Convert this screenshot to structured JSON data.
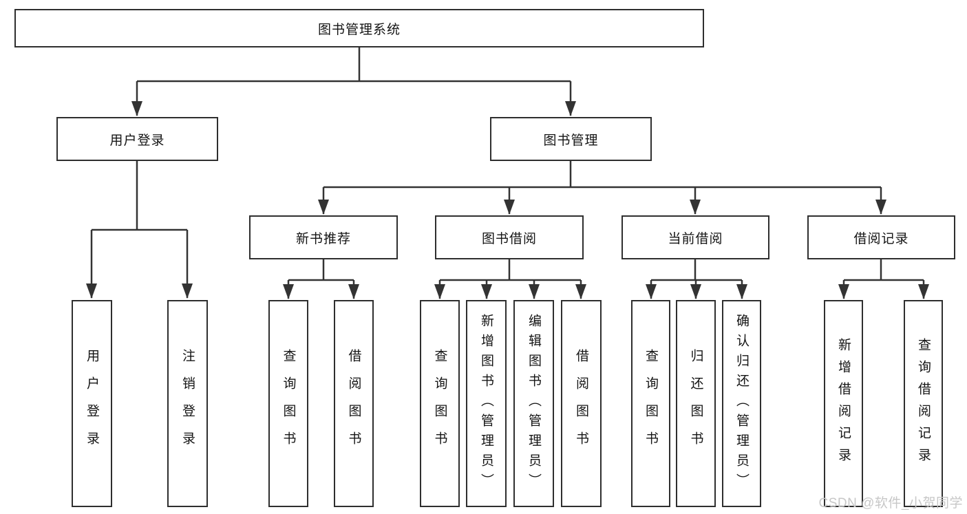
{
  "diagram_type": "tree",
  "tree": {
    "label": "图书管理系统",
    "children": [
      {
        "label": "用户登录",
        "children": [
          {
            "label": "用户登录"
          },
          {
            "label": "注销登录"
          }
        ]
      },
      {
        "label": "图书管理",
        "children": [
          {
            "label": "新书推荐",
            "children": [
              {
                "label": "查询图书"
              },
              {
                "label": "借阅图书"
              }
            ]
          },
          {
            "label": "图书借阅",
            "children": [
              {
                "label": "查询图书"
              },
              {
                "label": "新增图书（管理员）"
              },
              {
                "label": "编辑图书（管理员）"
              },
              {
                "label": "借阅图书"
              }
            ]
          },
          {
            "label": "当前借阅",
            "children": [
              {
                "label": "查询图书"
              },
              {
                "label": "归还图书"
              },
              {
                "label": "确认归还（管理员）"
              }
            ]
          },
          {
            "label": "借阅记录",
            "children": [
              {
                "label": "新增借阅记录"
              },
              {
                "label": "查询借阅记录"
              }
            ]
          }
        ]
      }
    ]
  },
  "watermark": {
    "text": "CSDN @软件_小贺同学"
  },
  "colors": {
    "line": "#333333",
    "box_border": "#2e2e2e",
    "text": "#141414",
    "watermark": "#c7c7c7",
    "background": "#ffffff"
  }
}
